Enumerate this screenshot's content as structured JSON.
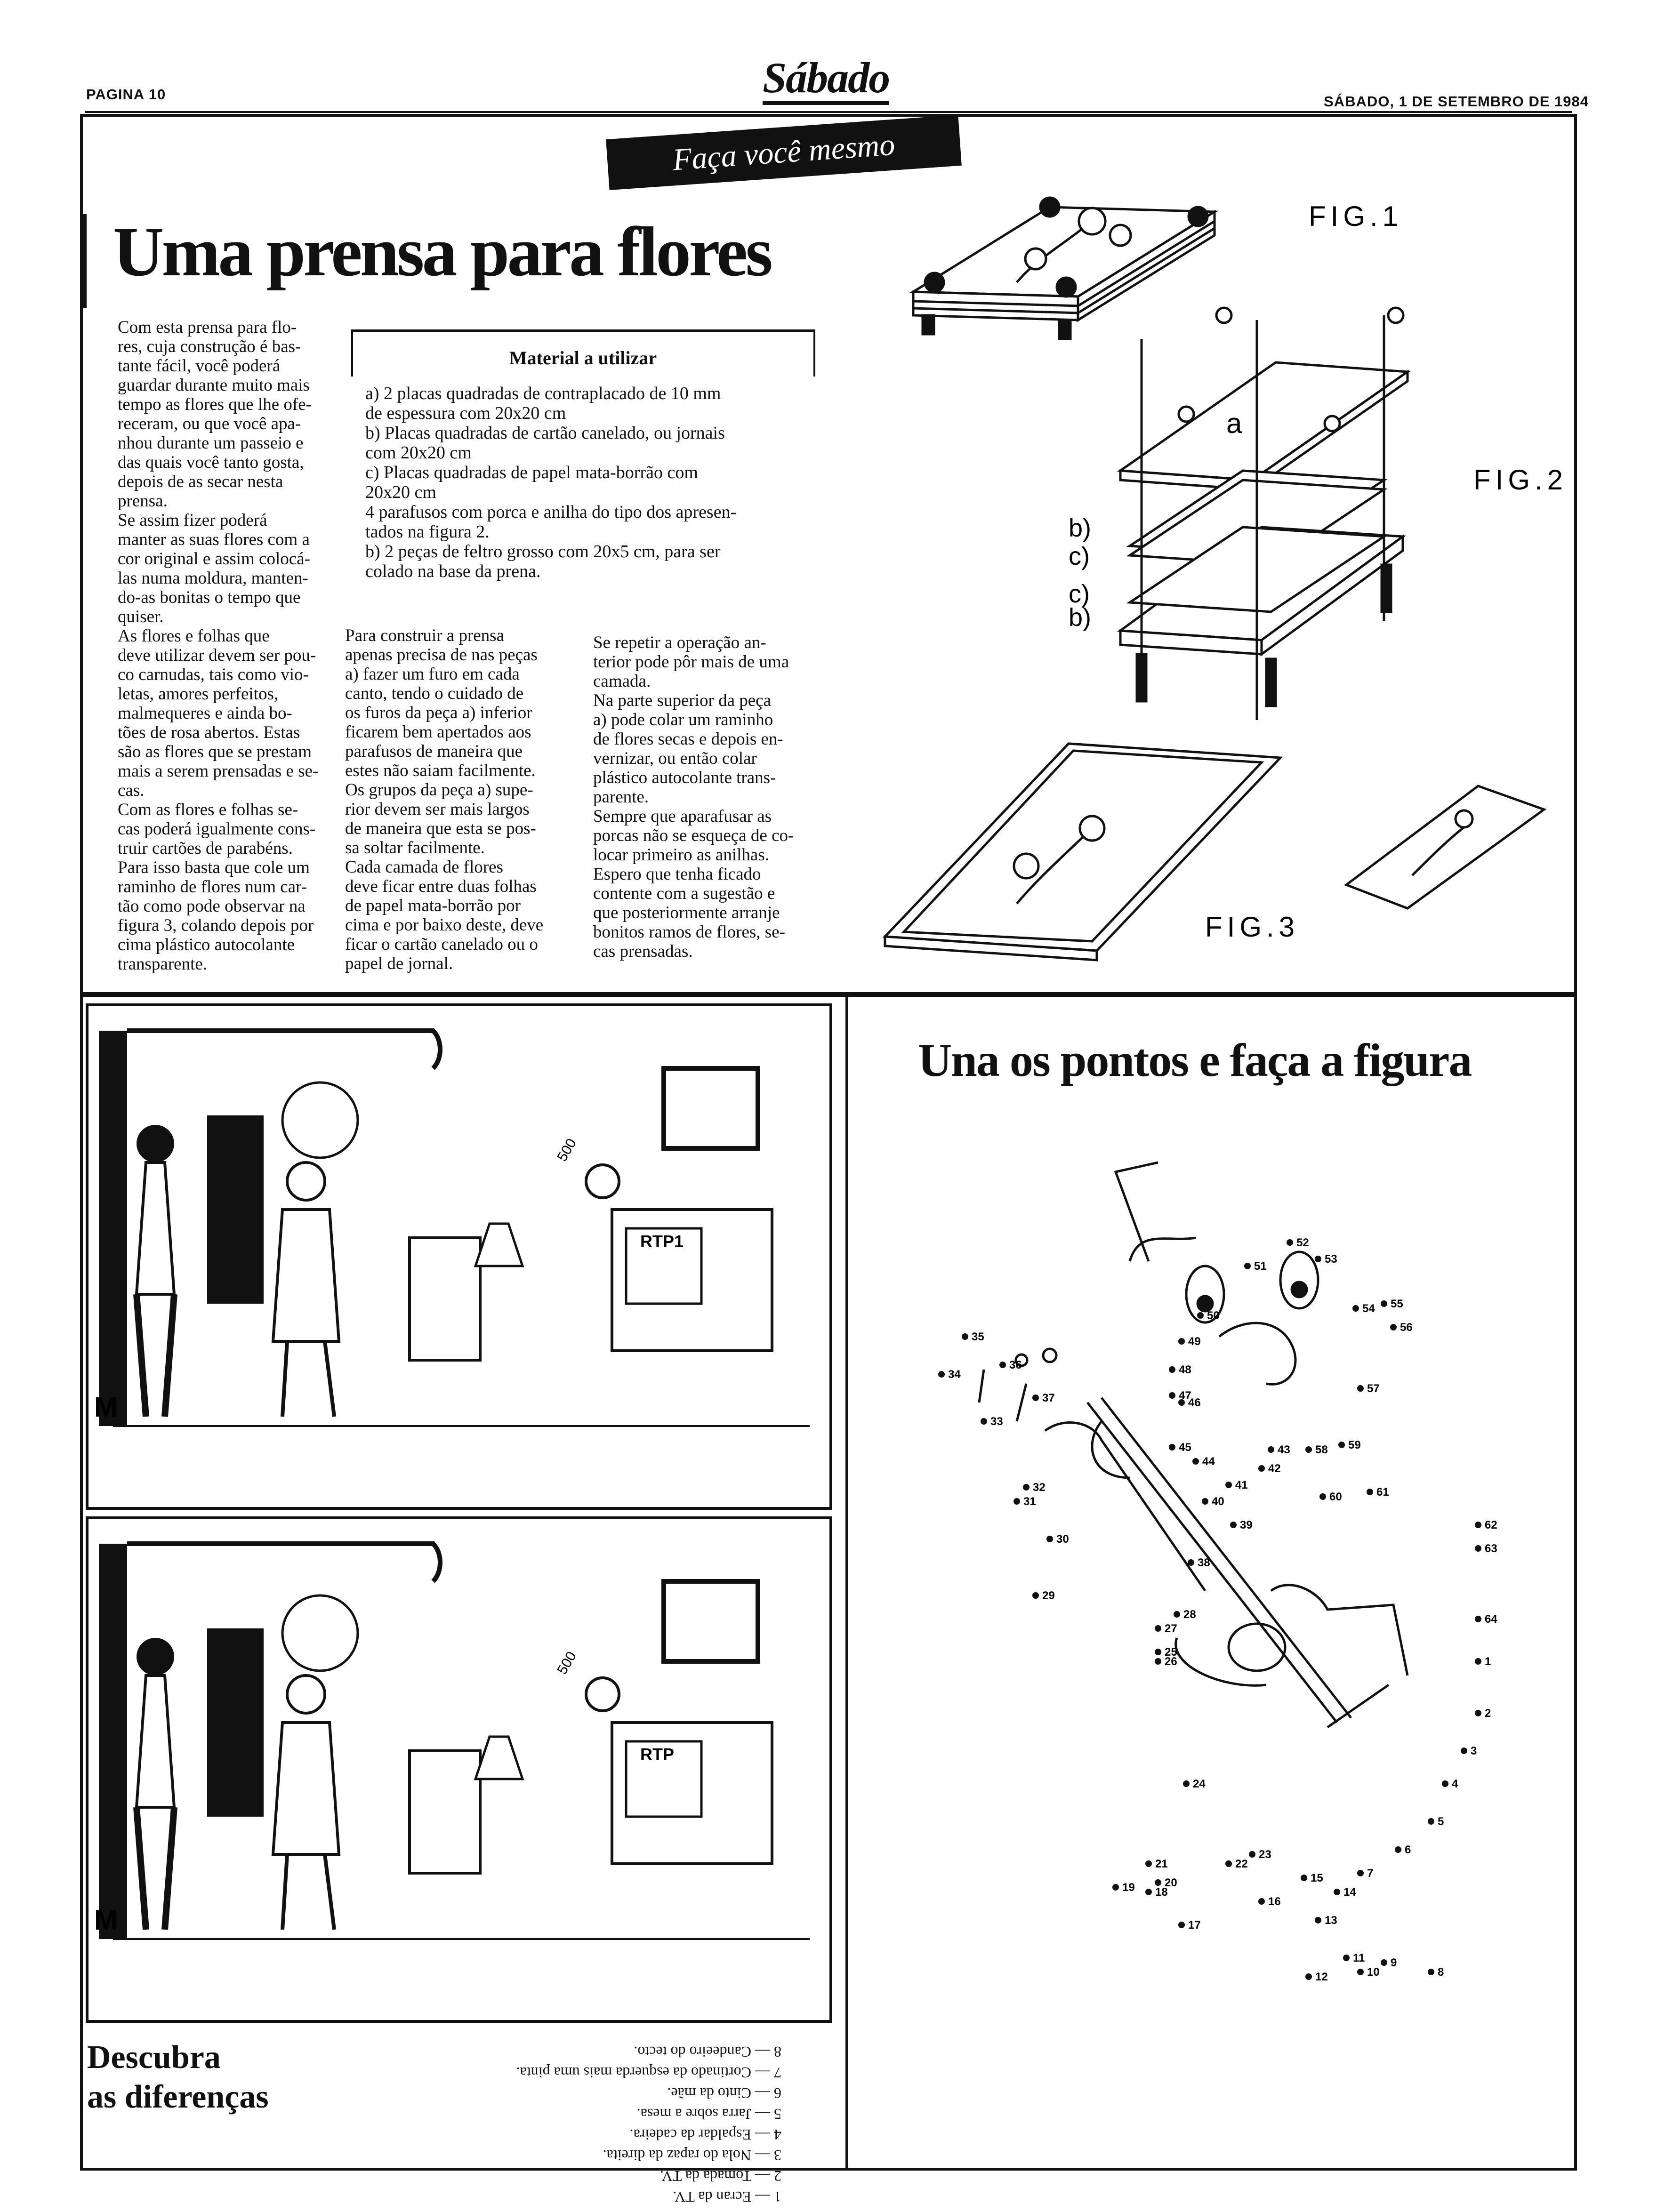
{
  "header": {
    "page": "PAGINA 10",
    "logo": "Sábado",
    "date": "SÁBADO, 1 DE SETEMBRO DE 1984"
  },
  "article": {
    "tag": "Faça você mesmo",
    "title": "Uma prensa para flores",
    "col1": "Com esta prensa para flo-\nres, cuja construção é bas-\ntante fácil, você poderá\nguardar durante muito mais\ntempo as flores que lhe ofe-\nreceram, ou que você apa-\nnhou durante um passeio e\ndas quais você tanto gosta,\ndepois de as secar nesta\nprensa.\n   Se assim fizer poderá\nmanter as suas flores com a\ncor original e assim colocá-\nlas numa moldura, manten-\ndo-as bonitas o tempo que\nquiser.\n   As flores e folhas que\ndeve utilizar devem ser pou-\nco carnudas, tais como vio-\nletas, amores perfeitos,\nmalmequeres e ainda bo-\ntões de rosa abertos. Estas\nsão as flores que se prestam\nmais a serem prensadas e se-\ncas.\n   Com as flores e folhas se-\ncas poderá igualmente cons-\ntruir cartões de parabéns.\nPara isso basta que cole um\nraminho de flores num car-\ntão como pode observar na\nfigura 3, colando depois por\ncima plástico autocolante\ntransparente.",
    "material_title": "Material a utilizar",
    "material": "a) 2 placas quadradas de contraplacado de 10 mm\n    de espessura com 20x20 cm\nb) Placas quadradas de cartão canelado, ou jornais\n    com 20x20 cm\nc) Placas quadradas de papel mata-borrão com\n    20x20 cm\n4 parafusos com porca e anilha do tipo dos apresen-\ntados na figura 2.\nb) 2 peças de feltro grosso com 20x5 cm, para ser\n    colado na base da prena.",
    "col2": "Para construir a prensa\napenas precisa de nas peças\na) fazer um furo em cada\ncanto, tendo o cuidado de\nos furos da peça a) inferior\nficarem bem apertados aos\nparafusos de maneira que\nestes não saiam facilmente.\nOs grupos da peça a) supe-\nrior devem ser mais largos\nde maneira que esta se pos-\nsa soltar facilmente.\n   Cada camada de flores\ndeve ficar entre duas folhas\nde papel mata-borrão por\ncima e por baixo deste, deve\nficar o cartão canelado ou o\npapel de jornal.",
    "col3": "   Se repetir a operação an-\nterior pode pôr mais de uma\ncamada.\n   Na parte superior da peça\na) pode colar um raminho\nde flores secas e depois en-\nvernizar, ou então colar\nplástico autocolante trans-\nparente.\n   Sempre que aparafusar as\nporcas não se esqueça de co-\nlocar primeiro as anilhas.\n   Espero que tenha ficado\ncontente com a sugestão e\nque posteriormente arranje\nbonitos ramos de flores, se-\ncas prensadas.",
    "fig1": "FIG.1",
    "fig2": "FIG.2",
    "fig3": "FIG.3",
    "fig_labels": {
      "a": "a",
      "b1": "b)",
      "c1": "c)",
      "c2": "c)",
      "b2": "b)"
    }
  },
  "differences": {
    "title": "Descubra\nas diferenças",
    "signs": {
      "rtp1": "RTP1",
      "rtp2": "RTP",
      "ticket": "500"
    },
    "answers": [
      "1 — Ecran da TV.",
      "2 — Tomada da TV.",
      "3 — Nola do rapaz da direita.",
      "4 — Espaldar da cadeira.",
      "5 — Jarra sobre a mesa.",
      "6 — Cinto da mãe.",
      "7 — Cortinado da esquerda mais uma pinta.",
      "8 — Candeeiro do tecto."
    ]
  },
  "dots": {
    "title": "Una os pontos e faça a figura",
    "labels": [
      "1",
      "2",
      "3",
      "4",
      "5",
      "6",
      "7",
      "8",
      "9",
      "10",
      "11",
      "12",
      "13",
      "14",
      "15",
      "16",
      "17",
      "18",
      "19",
      "20",
      "21",
      "22",
      "23",
      "24",
      "25",
      "26",
      "27",
      "28",
      "29",
      "30",
      "31",
      "32",
      "33",
      "34",
      "35",
      "36",
      "37",
      "38",
      "39",
      "40",
      "41",
      "42",
      "43",
      "44",
      "45",
      "46",
      "47",
      "48",
      "49",
      "50",
      "51",
      "52",
      "53",
      "54",
      "55",
      "56",
      "57",
      "58",
      "59",
      "60",
      "61",
      "62",
      "63",
      "64"
    ]
  }
}
